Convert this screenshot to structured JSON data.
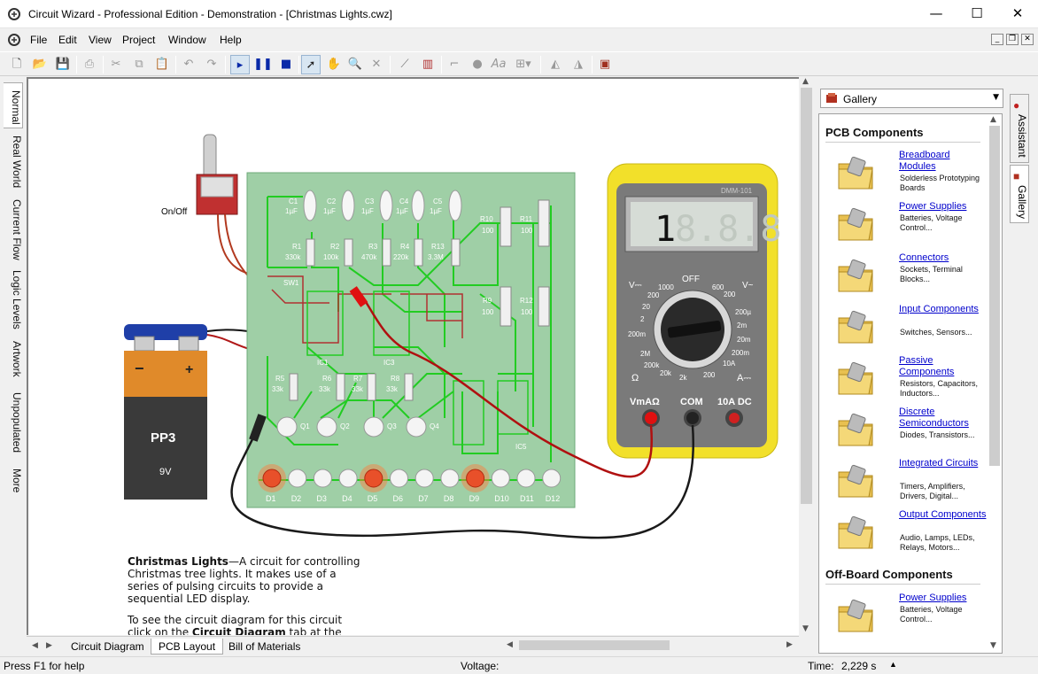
{
  "window": {
    "title": "Circuit Wizard - Professional Edition - Demonstration - [Christmas Lights.cwz]",
    "minimize": "—",
    "maximize": "☐",
    "close": "✕"
  },
  "menu": [
    "File",
    "Edit",
    "View",
    "Project",
    "Window",
    "Help"
  ],
  "toolbar": {
    "icons": [
      "new-file-icon",
      "open-folder-icon",
      "save-icon",
      "print-icon",
      "cut-icon",
      "copy-icon",
      "paste-icon",
      "undo-icon",
      "redo-icon",
      "play-icon",
      "pause-icon",
      "stop-icon",
      "select-arrow-icon",
      "hand-icon",
      "zoom-icon",
      "delete-icon",
      "probe-icon",
      "graph-icon",
      "wire-icon",
      "node-icon",
      "text-icon",
      "align-icon",
      "rotate-left-icon",
      "rotate-right-icon",
      "component-icon"
    ]
  },
  "left_tabs": [
    "Normal",
    "Real World",
    "Current Flow",
    "Logic Levels",
    "Artwork",
    "Unpopulated",
    "More"
  ],
  "bottom_tabs": [
    "Circuit Diagram",
    "PCB Layout",
    "Bill of Materials"
  ],
  "status": {
    "help": "Press F1 for help",
    "voltage_label": "Voltage:",
    "time_label": "Time:",
    "time_value": "2,229 s"
  },
  "gallery": {
    "dropdown": "Gallery",
    "right_tabs": [
      "Assistant",
      "Gallery"
    ],
    "sections": [
      {
        "title": "PCB Components",
        "items": [
          {
            "name": "Breadboard Modules",
            "desc": "Solderless Prototyping Boards",
            "icon": "breadboard-icon"
          },
          {
            "name": "Power Supplies",
            "desc": "Batteries, Voltage Control...",
            "icon": "battery-icon"
          },
          {
            "name": "Connectors",
            "desc": "Sockets, Terminal Blocks...",
            "icon": "connector-icon"
          },
          {
            "name": "Input Components",
            "desc": "Switches, Sensors...",
            "icon": "switch-icon"
          },
          {
            "name": "Passive Components",
            "desc": "Resistors, Capacitors, Inductors...",
            "icon": "resistor-icon"
          },
          {
            "name": "Discrete Semiconductors",
            "desc": "Diodes, Transistors...",
            "icon": "diode-icon"
          },
          {
            "name": "Integrated Circuits",
            "desc": "Timers, Amplifiers, Drivers, Digital...",
            "icon": "chip-icon"
          },
          {
            "name": "Output Components",
            "desc": "Audio, Lamps, LEDs, Relays, Motors...",
            "icon": "led-icon"
          }
        ]
      },
      {
        "title": "Off-Board Components",
        "items": [
          {
            "name": "Power Supplies",
            "desc": "Batteries, Voltage Control...",
            "icon": "battery-icon"
          }
        ]
      }
    ]
  },
  "canvas": {
    "switch_label": "On/Off",
    "battery": {
      "label": "PP3",
      "voltage": "9V",
      "minus": "−",
      "plus": "+"
    },
    "pcb": {
      "capacitors": [
        {
          "ref": "C1",
          "val": "1µF"
        },
        {
          "ref": "C2",
          "val": "1µF"
        },
        {
          "ref": "C3",
          "val": "1µF"
        },
        {
          "ref": "C4",
          "val": "1µF"
        },
        {
          "ref": "C5",
          "val": "1µF"
        }
      ],
      "resistors_top": [
        {
          "ref": "R1",
          "val": "330k"
        },
        {
          "ref": "R2",
          "val": "100k"
        },
        {
          "ref": "R3",
          "val": "470k"
        },
        {
          "ref": "R4",
          "val": "220k"
        },
        {
          "ref": "R13",
          "val": "3.3M"
        }
      ],
      "resistors_right": [
        {
          "ref": "R10",
          "val": "100"
        },
        {
          "ref": "R11",
          "val": "100"
        },
        {
          "ref": "R9",
          "val": "100"
        },
        {
          "ref": "R12",
          "val": "100"
        }
      ],
      "resistors_bottom": [
        {
          "ref": "R5",
          "val": "33k"
        },
        {
          "ref": "R6",
          "val": "33k"
        },
        {
          "ref": "R7",
          "val": "33k"
        },
        {
          "ref": "R8",
          "val": "33k"
        }
      ],
      "transistors": [
        "Q1",
        "Q2",
        "Q3",
        "Q4"
      ],
      "ics": [
        "IC1",
        "IC3",
        "IC5"
      ],
      "switch_ref": "SW1",
      "leds": [
        "D1",
        "D2",
        "D3",
        "D4",
        "D5",
        "D6",
        "D7",
        "D8",
        "D9",
        "D10",
        "D11",
        "D12"
      ],
      "leds_lit": [
        true,
        false,
        false,
        false,
        true,
        false,
        false,
        false,
        true,
        false,
        false,
        false
      ]
    },
    "multimeter": {
      "model": "DMM-101",
      "display": "1",
      "display_ghost": "8.8.8",
      "off": "OFF",
      "ranges_left": [
        "V⎓",
        "1000",
        "200",
        "20",
        "2",
        "200m"
      ],
      "ranges_right": [
        "600",
        "200",
        "V~",
        "200µ",
        "2m",
        "20m",
        "200m",
        "10A"
      ],
      "ranges_bottom": [
        "2M",
        "200k",
        "20k",
        "2k",
        "200"
      ],
      "ohm": "Ω",
      "amps": "A⎓",
      "sockets": [
        "VmAΩ",
        "COM",
        "10A DC"
      ]
    },
    "description": {
      "title": "Christmas Lights",
      "text": "—A circuit for controlling Christmas tree lights. It makes use of a series of pulsing circuits to provide a sequential LED display.",
      "text2_start": "To see the circuit diagram for this circuit click on the ",
      "text2_bold": "Circuit Diagram",
      "text2_end": " tab at the"
    }
  }
}
